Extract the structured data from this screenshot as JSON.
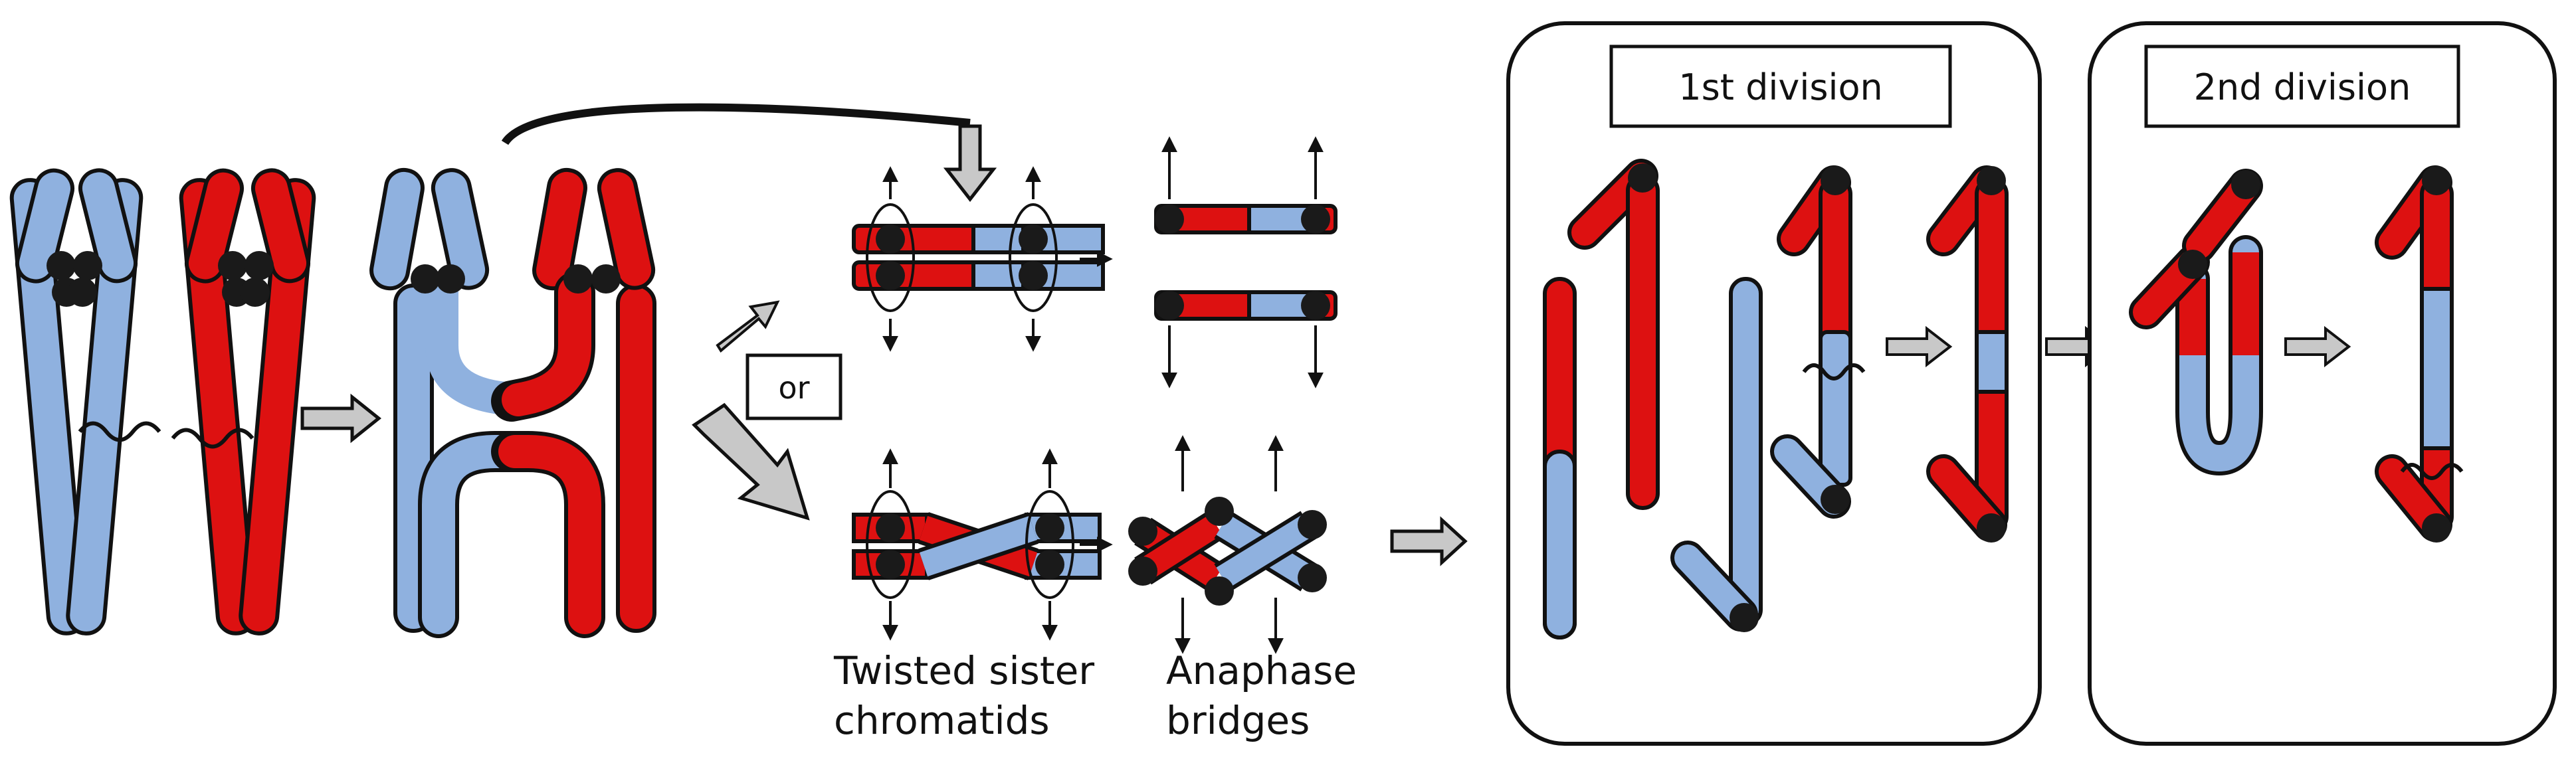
{
  "labels": {
    "first_division": "1st division",
    "second_division": "2nd division",
    "or": "or",
    "twisted_line1": "Twisted sister",
    "twisted_line2": "chromatids",
    "anaphase_line1": "Anaphase",
    "anaphase_line2": "bridges"
  },
  "colors": {
    "blue_chromatid": "#8fb1df",
    "red_chromatid": "#dd1111",
    "centromere": "#1a1a1a",
    "arrow_fill": "#c8c8c8",
    "outline": "#111111"
  }
}
